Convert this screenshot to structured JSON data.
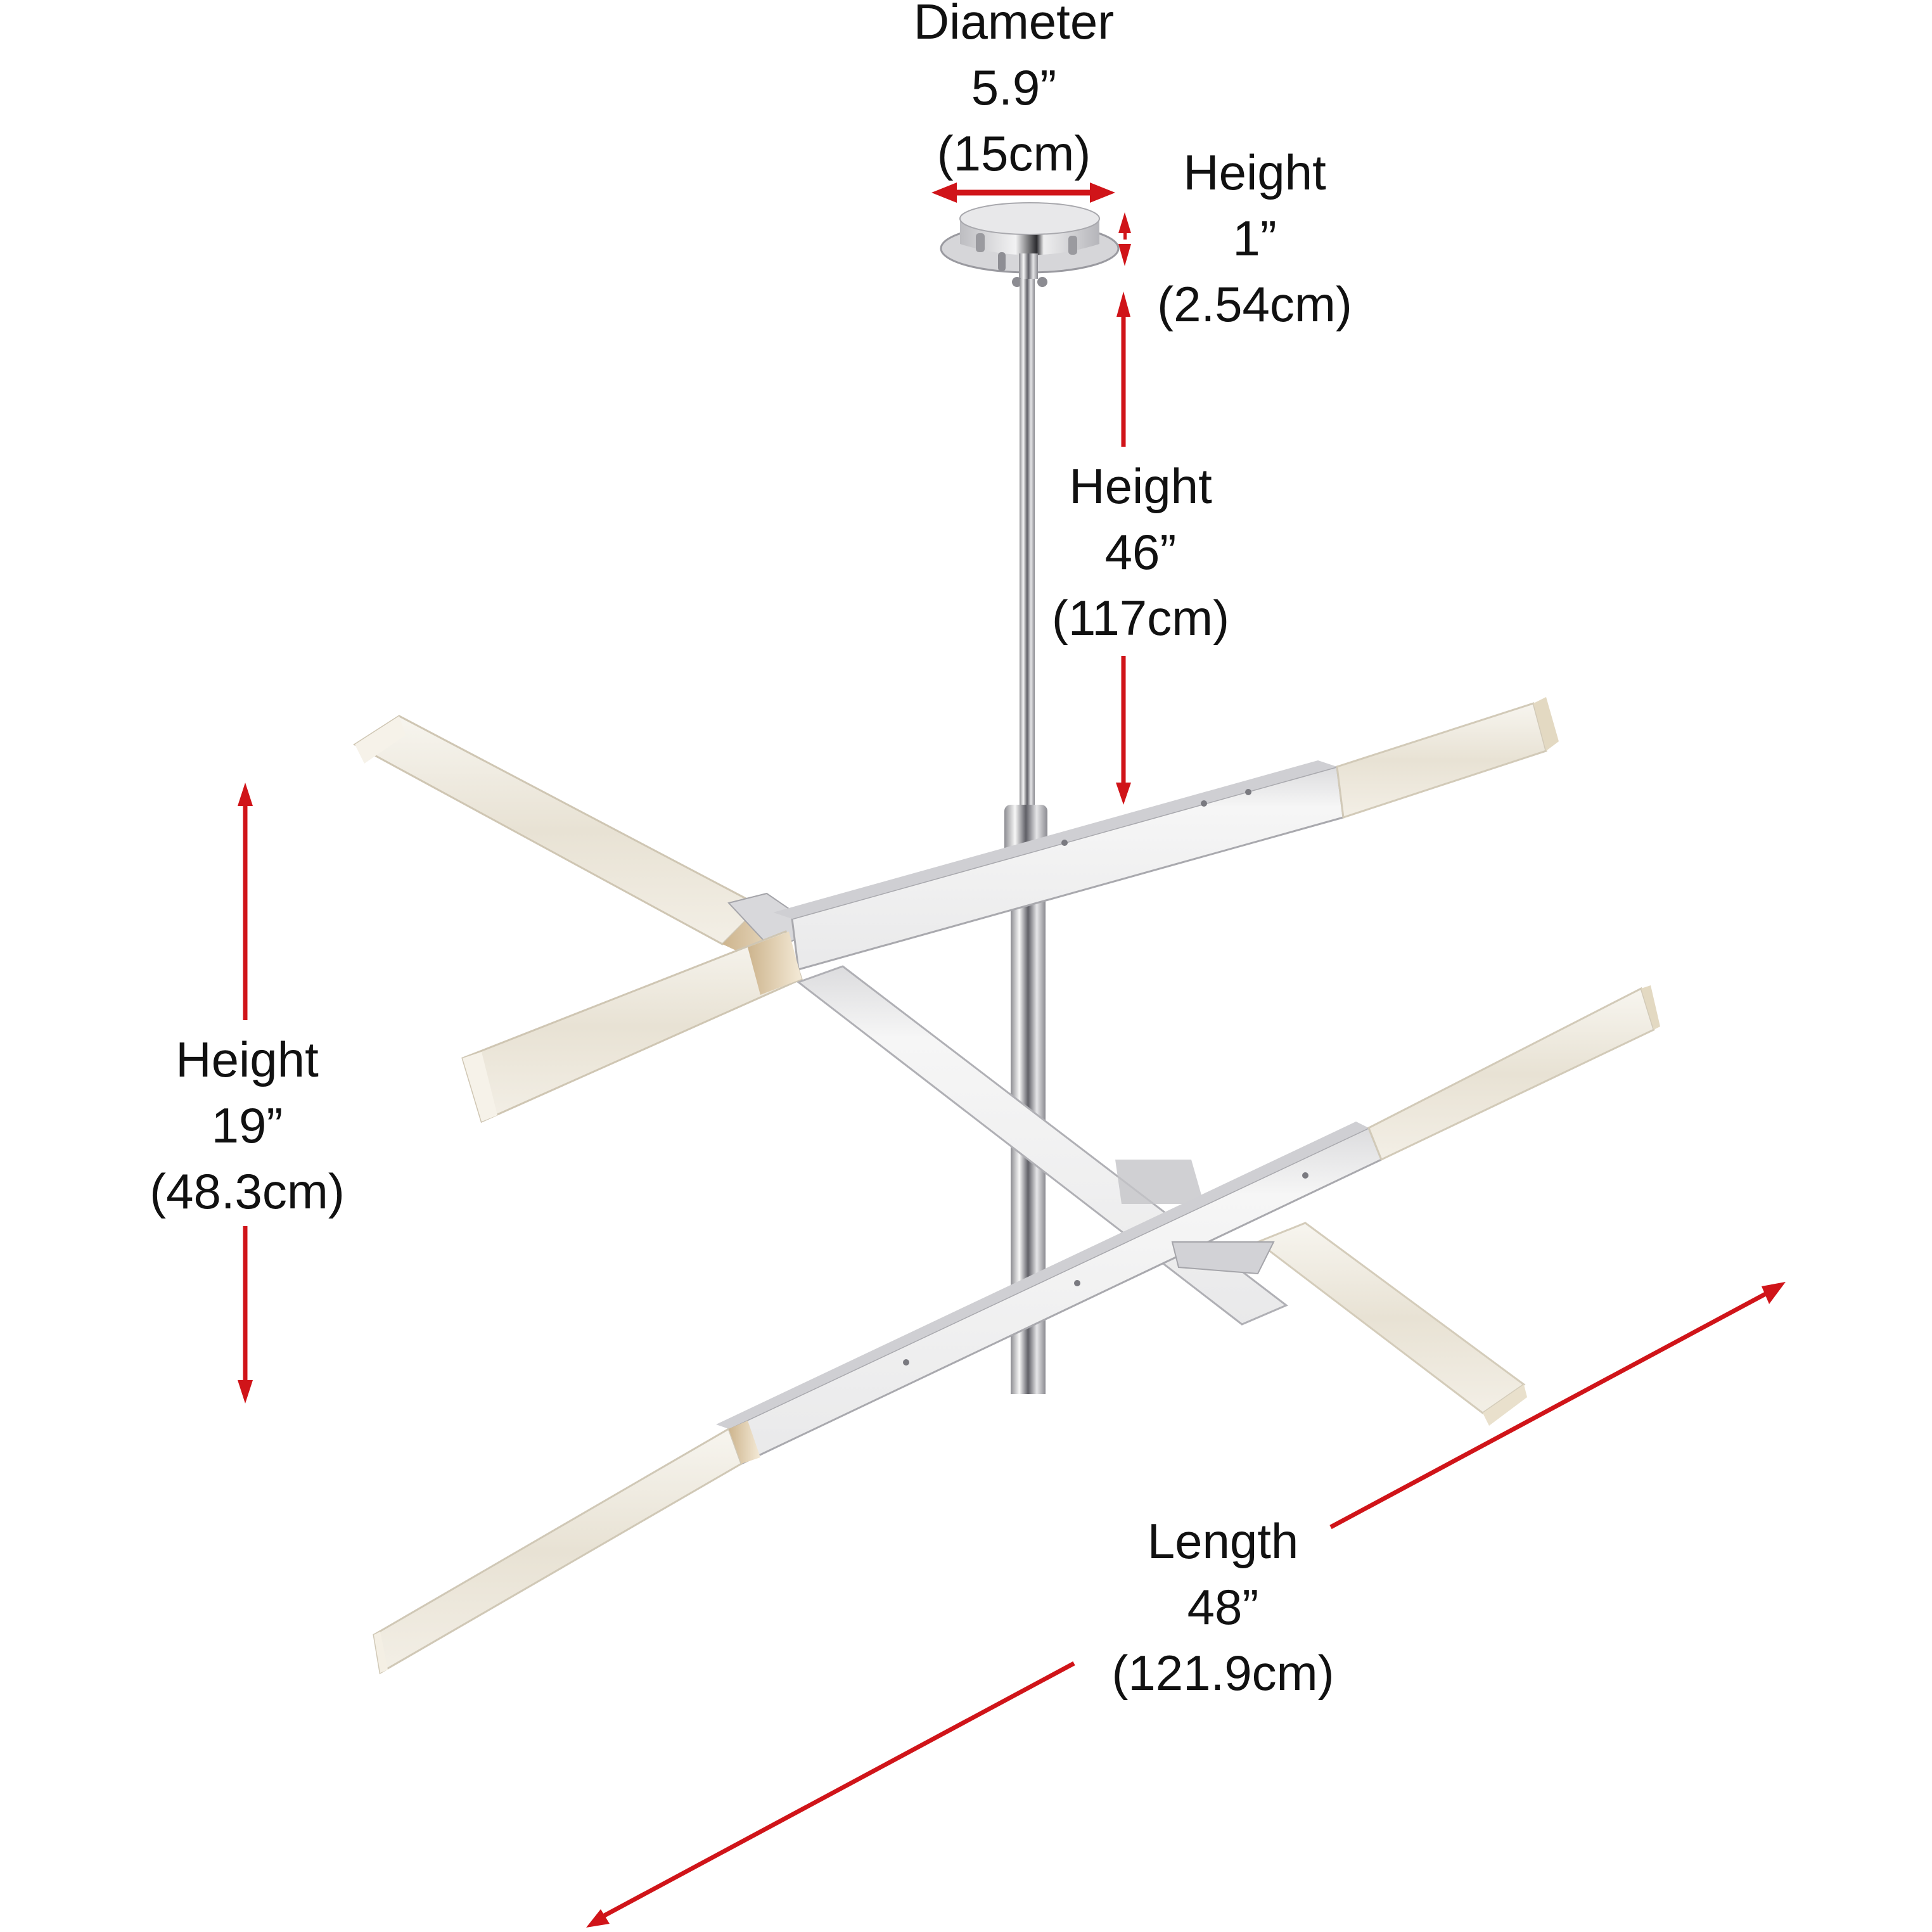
{
  "diagram": {
    "title": "Chandelier dimension diagram",
    "subject": "Modern chrome pendant chandelier with crossed crystal light bars",
    "colors": {
      "arrow": "#d01419",
      "text": "#111111",
      "chrome_light": "#f4f4f4",
      "chrome_mid": "#c9c9cb",
      "chrome_dark": "#6b6b70",
      "crystal": "#efece4",
      "crystal_glow": "#d9c7a6",
      "background": "#ffffff"
    }
  },
  "dimensions": {
    "canopy_diameter": {
      "label": "Diameter",
      "imperial": "5.9”",
      "metric": "(15cm)"
    },
    "canopy_height": {
      "label": "Height",
      "imperial": "1”",
      "metric": "(2.54cm)"
    },
    "rod_height": {
      "label": "Height",
      "imperial": "46”",
      "metric": "(117cm)"
    },
    "fixture_height": {
      "label": "Height",
      "imperial": "19”",
      "metric": "(48.3cm)"
    },
    "fixture_length": {
      "label": "Length",
      "imperial": "48”",
      "metric": "(121.9cm)"
    }
  }
}
